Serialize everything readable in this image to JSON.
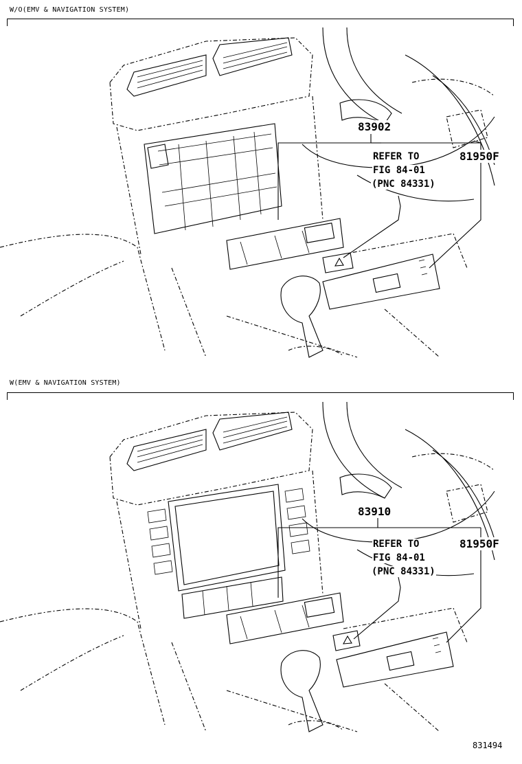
{
  "sections": [
    {
      "title": "W/O(EMV & NAVIGATION SYSTEM)",
      "part_number": "83902",
      "reference_lines": [
        "REFER TO",
        "FIG 84-01",
        "(PNC 84331)"
      ],
      "side_part_number": "81950F"
    },
    {
      "title": "W(EMV & NAVIGATION SYSTEM)",
      "part_number": "83910",
      "reference_lines": [
        "REFER TO",
        "FIG 84-01",
        "(PNC 84331)"
      ],
      "side_part_number": "81950F"
    }
  ],
  "figure_id": "831494"
}
